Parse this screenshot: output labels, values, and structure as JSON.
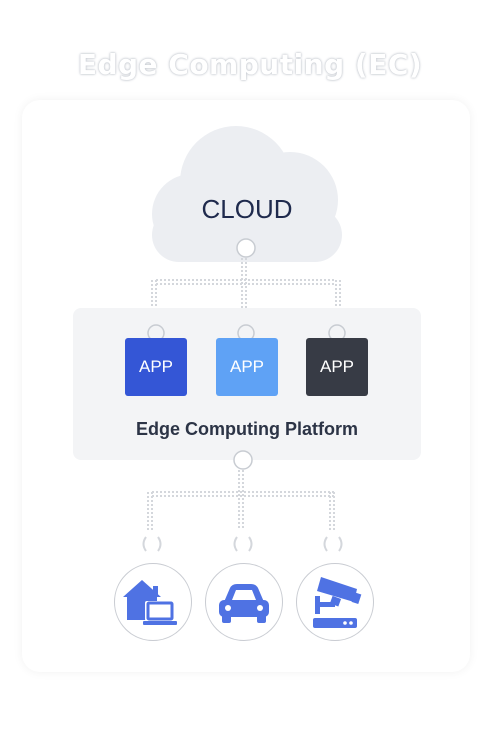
{
  "title": "Edge Computing (EC)",
  "cloud": {
    "label": "CLOUD"
  },
  "apps": [
    {
      "label": "APP",
      "color": "#3456d6"
    },
    {
      "label": "APP",
      "color": "#5fa2f5"
    },
    {
      "label": "APP",
      "color": "#373b45"
    }
  ],
  "platform": {
    "label": "Edge Computing Platform"
  },
  "devices": [
    {
      "icon": "home-computer-icon"
    },
    {
      "icon": "car-icon"
    },
    {
      "icon": "security-camera-icon"
    }
  ],
  "colors": {
    "device_icon": "#4f72e3",
    "cloud_fill": "#eceef2",
    "connector": "#c8ccd2"
  }
}
